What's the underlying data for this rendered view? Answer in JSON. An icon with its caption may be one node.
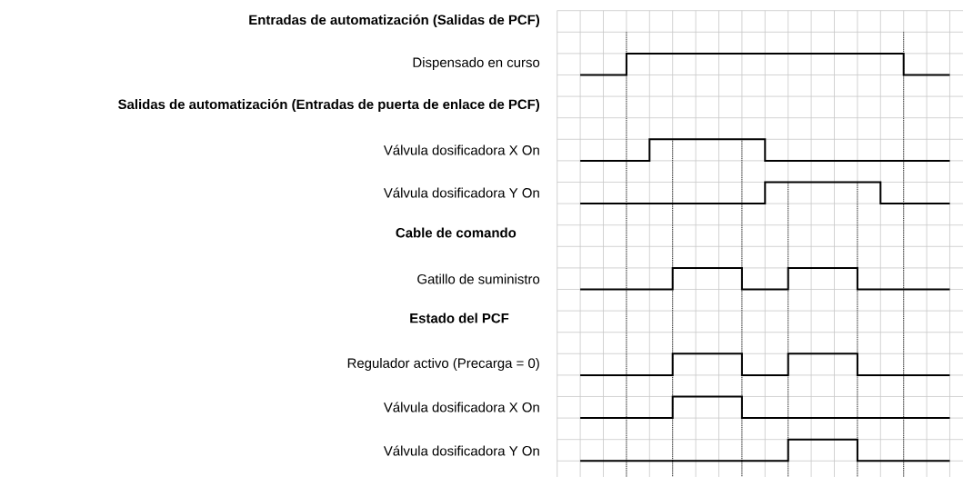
{
  "diagram": {
    "labels": [
      "Entradas de automatización (Salidas de PCF)",
      "Dispensado en curso",
      "Salidas de automatización (Entradas de puerta de enlace de PCF)",
      "Válvula dosificadora X On",
      "Válvula dosificadora Y On",
      "Cable de comando",
      "Gatillo de suministro",
      "Estado del PCF",
      "Regulador activo (Precarga = 0)",
      "Válvula dosificadora X On",
      "Válvula dosificadora Y On"
    ]
  }
}
